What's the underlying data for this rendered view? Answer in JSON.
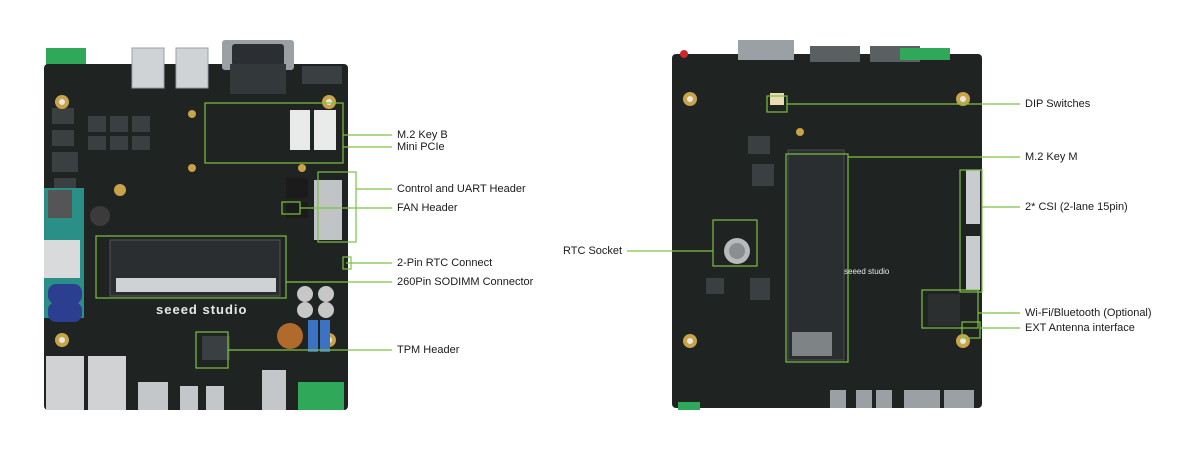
{
  "left_board": {
    "brand": "seeed studio",
    "callouts": [
      {
        "id": "m2-key-b",
        "label": "M.2 Key B"
      },
      {
        "id": "mini-pcie",
        "label": "Mini PCIe"
      },
      {
        "id": "control-uart-header",
        "label": "Control and UART Header"
      },
      {
        "id": "fan-header",
        "label": "FAN Header"
      },
      {
        "id": "rtc-connect",
        "label": "2-Pin RTC Connect"
      },
      {
        "id": "sodimm-connector",
        "label": "260Pin SODIMM Connector"
      },
      {
        "id": "tpm-header",
        "label": "TPM Header"
      }
    ]
  },
  "right_board": {
    "brand": "seeed studio",
    "callouts": [
      {
        "id": "dip-switches",
        "label": "DIP Switches"
      },
      {
        "id": "m2-key-m",
        "label": "M.2 Key M"
      },
      {
        "id": "csi",
        "label": "2* CSI (2-lane 15pin)"
      },
      {
        "id": "rtc-socket",
        "label": "RTC Socket"
      },
      {
        "id": "wifi-bt",
        "label": "Wi-Fi/Bluetooth (Optional)"
      },
      {
        "id": "ext-antenna",
        "label": "EXT Antenna interface"
      }
    ]
  },
  "colors": {
    "pcb": "#1f2322",
    "pcb_edge": "#2b302f",
    "callout": "#7dc242",
    "terminal_green": "#2fa85a",
    "text": "#1a1a1a"
  }
}
